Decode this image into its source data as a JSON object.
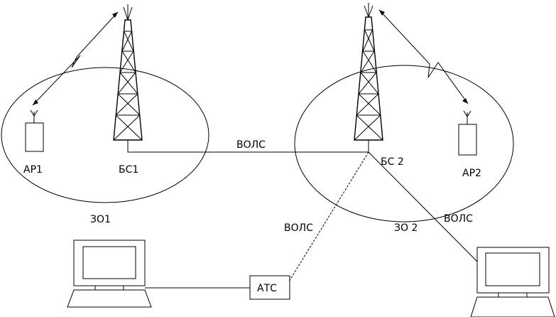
{
  "labels": {
    "ap1": "АР1",
    "bs1": "БС1",
    "zone1": "ЗО1",
    "bs2": "БС 2",
    "ap2": "АР2",
    "zone2": "ЗО 2",
    "fiber_top": "ВОЛС",
    "fiber_mid": "ВОЛС",
    "fiber_right": "ВОЛС",
    "exchange": "АТС"
  },
  "colors": {
    "stroke": "#000000",
    "background": "#ffffff"
  }
}
